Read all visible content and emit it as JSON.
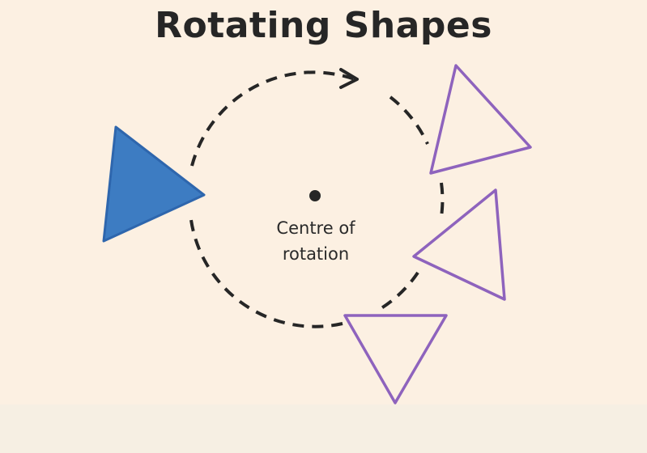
{
  "title": "Rotating Shapes",
  "center_label": {
    "line1": "Centre of",
    "line2": "rotation"
  },
  "colors": {
    "background": "#fcf0e2",
    "original_fill": "#3d7cc2",
    "original_stroke": "#2e66ad",
    "rotated_stroke": "#8e63bd",
    "dashed_path": "#262626"
  },
  "shapes": [
    {
      "name": "original-triangle",
      "style": "filled"
    },
    {
      "name": "rotated-triangle-1",
      "style": "outline"
    },
    {
      "name": "rotated-triangle-2",
      "style": "outline"
    },
    {
      "name": "rotated-triangle-3",
      "style": "outline"
    }
  ],
  "icons": [
    "arrow-head-icon",
    "centre-point-icon"
  ]
}
